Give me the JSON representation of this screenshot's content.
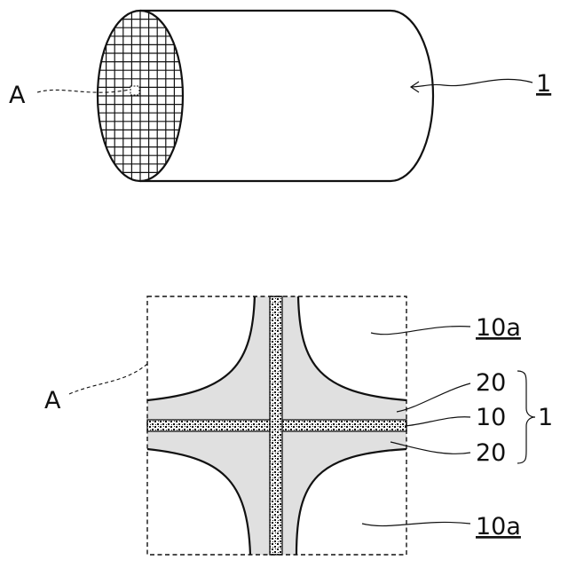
{
  "figure_top": {
    "label_body": "1",
    "label_detail": "A"
  },
  "figure_bottom": {
    "label_detail": "A",
    "label_cell_upper": "10a",
    "label_cell_lower": "10a",
    "label_layer_upper": "20",
    "label_wall": "10",
    "label_layer_lower": "20",
    "label_group": "1"
  },
  "colors": {
    "line": "#111111",
    "coating_fill": "#e0e0e0",
    "background": "#ffffff"
  }
}
